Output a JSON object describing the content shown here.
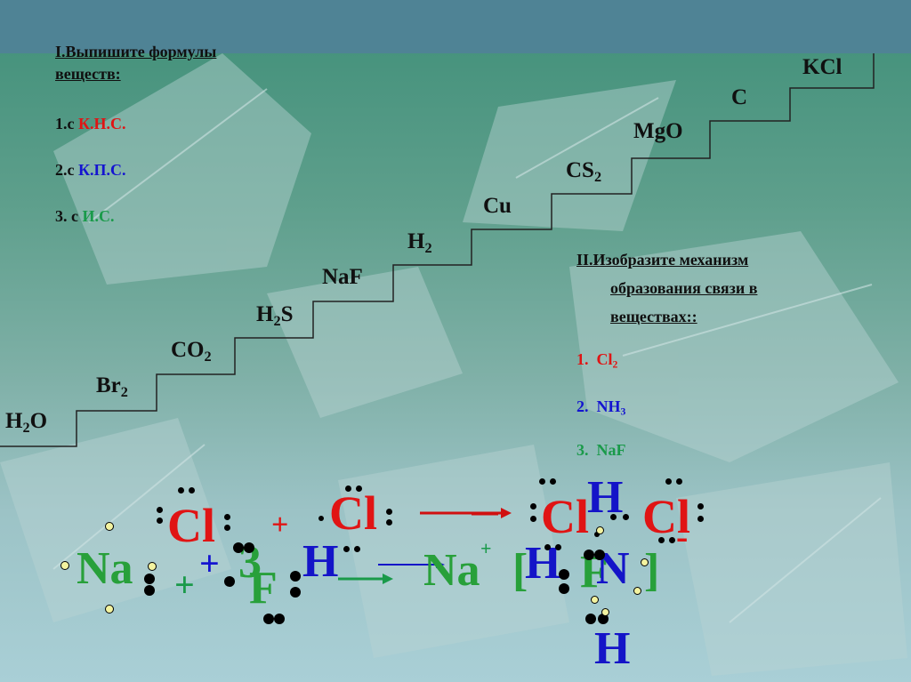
{
  "task1": {
    "title_line1": "I.Выпишите формулы",
    "title_line2": "веществ:",
    "item1_prefix": "1.с ",
    "item1_value": "К.Н.С.",
    "item2_prefix": "2.с ",
    "item2_value": "К.П.С.",
    "item3_prefix": "3. с ",
    "item3_value": "И.С."
  },
  "steps": {
    "h2o": "H",
    "h2o_sub": "2",
    "h2o_tail": "O",
    "br2": "Br",
    "br2_sub": "2",
    "co2": "CO",
    "co2_sub": "2",
    "h2s": "H",
    "h2s_sub": "2",
    "h2s_tail": "S",
    "naf": "NaF",
    "h2": "H",
    "h2_sub": "2",
    "cu": "Cu",
    "cs2": "CS",
    "cs2_sub": "2",
    "mgo": "MgO",
    "c": "C",
    "kcl": "KCl"
  },
  "task2": {
    "title_line1": "II.Изобразите механизм",
    "title_line2": "образования связи в",
    "title_line3": "веществах::",
    "item1_num": "1.",
    "item1_value": "Cl",
    "item1_sub": "2",
    "item2_num": "2.",
    "item2_value": "NH",
    "item2_sub": "3",
    "item3_num": "3.",
    "item3_value": "NaF"
  },
  "scheme": {
    "cl_left": "Cl",
    "cl_mid": "Cl",
    "plus_red": "+",
    "cl_prod1": "Cl",
    "cl_prod2": "Cl",
    "minus_red": "-",
    "h_top": "H",
    "na_left": "Na",
    "plus_blue": "+",
    "three": "3",
    "h_blue": "H",
    "na_prod": "Na",
    "plus_small": "+",
    "bracket_open": "[",
    "h_left": "H",
    "n": "N",
    "bracket_close": "]",
    "h_bottom": "H",
    "plus_green": "+",
    "f_left": "F",
    "f_prod": "F"
  },
  "colors": {
    "red": "#e01414",
    "blue": "#1414c8",
    "green": "#1a9a4a"
  }
}
